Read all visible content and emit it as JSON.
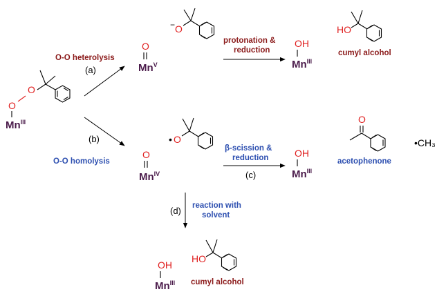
{
  "colors": {
    "manganese": "#4a1a4a",
    "oxygen": "#e02020",
    "heterolysis_text": "#8b1a1a",
    "homolysis_text": "#2d4fb0",
    "bond": "#000000"
  },
  "start": {
    "metal": "Mn",
    "oxidation": "III"
  },
  "path_a": {
    "step": "(a)",
    "label": "O-O heterolysis",
    "intermediate_metal": "Mn",
    "intermediate_oxidation": "V",
    "oxo": "O",
    "alkoxide_charge": "−",
    "alkoxide_oxygen": "O",
    "next_step_line1": "protonation &",
    "next_step_line2": "reduction",
    "product_metal": "Mn",
    "product_oxidation": "III",
    "product_hydroxide": "OH",
    "product_ho": "HO",
    "product_name": "cumyl alcohol"
  },
  "path_b": {
    "step": "(b)",
    "label": "O-O homolysis",
    "intermediate_metal": "Mn",
    "intermediate_oxidation": "IV",
    "oxo": "O",
    "radical_dot": "•",
    "alkoxyl_oxygen": "O"
  },
  "path_c": {
    "step": "(c)",
    "label_line1": "β-scission &",
    "label_line2": "reduction",
    "product_metal": "Mn",
    "product_oxidation": "III",
    "product_hydroxide": "OH",
    "ketone_oxygen": "O",
    "product_name": "acetophenone",
    "methyl_radical": "•CH₃"
  },
  "path_d": {
    "step": "(d)",
    "label_line1": "reaction with",
    "label_line2": "solvent",
    "product_metal": "Mn",
    "product_oxidation": "III",
    "product_hydroxide": "OH",
    "product_ho": "HO",
    "product_name": "cumyl alcohol"
  }
}
